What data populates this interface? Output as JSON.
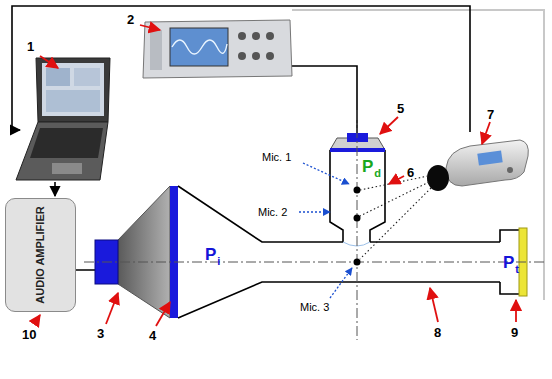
{
  "diagram": {
    "nodes": [
      {
        "text": [
          "AUDIO AMPLIFIER"
        ]
      }
    ],
    "labels": [
      "1",
      "2",
      "3",
      "4",
      "5",
      "6",
      "7",
      "8",
      "9",
      "10",
      "Mic. 1",
      "Mic. 2",
      "Mic. 3",
      "P",
      "i",
      "P",
      "d",
      "P",
      "t"
    ]
  }
}
